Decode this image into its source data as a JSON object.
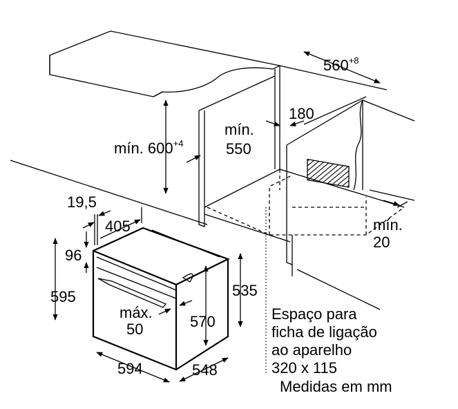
{
  "title": "Installation dimensions diagram",
  "labels": {
    "width_cabinet": "560",
    "width_cabinet_tol": "+8",
    "gap_180": "180",
    "height_min_prefix": "mín. 600",
    "height_min_tol": "+4",
    "depth_min_line1": "mín.",
    "depth_min_line2": "550",
    "front_19_5": "19,5",
    "depth_405": "405",
    "panel_96": "96",
    "height_595": "595",
    "height_535": "535",
    "max_line1": "máx.",
    "max_line2": "50",
    "height_570": "570",
    "width_594": "594",
    "depth_548": "548",
    "min_20_line1": "mín.",
    "min_20_line2": "20"
  },
  "note": {
    "lines": [
      "Espaço para",
      "ficha de ligação",
      "ao aparelho",
      "320 x 115"
    ],
    "units": "Medidas em mm"
  }
}
